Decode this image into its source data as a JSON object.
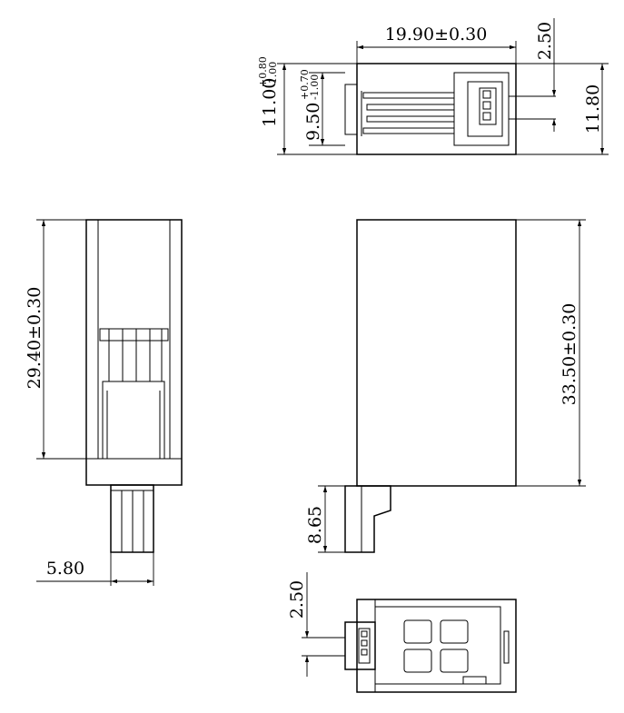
{
  "title": "",
  "colors": {
    "line": "#000000",
    "background": "#ffffff"
  },
  "top_view": {
    "width_dim": "19.90±0.30",
    "pitch_dim": "2.50",
    "outer_height_dim": "11.80",
    "height_dim_main": "11.00",
    "height_dim_tol_upper": "+0.80",
    "height_dim_tol_lower": "-1.00",
    "inner_height_dim_main": "9.50",
    "inner_height_dim_tol_upper": "+0.70",
    "inner_height_dim_tol_lower": "-1.00"
  },
  "front_view": {
    "height_dim": "29.40±0.30",
    "plug_width_dim": "5.80"
  },
  "side_view": {
    "height_dim": "33.50±0.30",
    "tab_height_dim": "8.65"
  },
  "bottom_view": {
    "pitch_dim": "2.50"
  }
}
